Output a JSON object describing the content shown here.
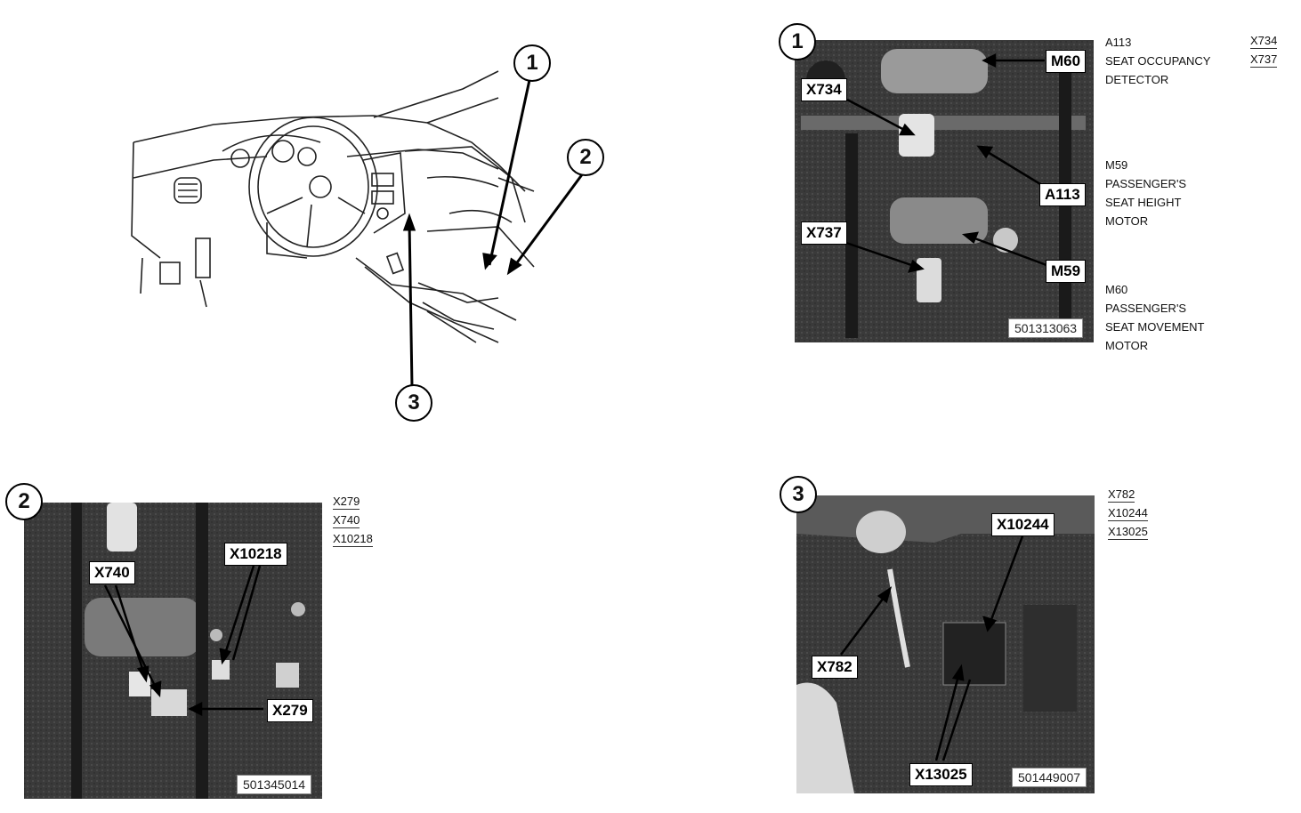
{
  "overview": {
    "badges": [
      "1",
      "2",
      "3"
    ]
  },
  "panel1": {
    "badge": "1",
    "photo_code": "501313063",
    "callouts": {
      "m60": "M60",
      "x734": "X734",
      "a113": "A113",
      "x737": "X737",
      "m59": "M59"
    },
    "legend": [
      {
        "code": "A113",
        "lines": [
          "SEAT OCCUPANCY",
          "DETECTOR"
        ]
      },
      {
        "code": "M59",
        "lines": [
          "PASSENGER'S",
          "SEAT HEIGHT",
          "MOTOR"
        ]
      },
      {
        "code": "M60",
        "lines": [
          "PASSENGER'S",
          "SEAT MOVEMENT",
          "MOTOR"
        ]
      }
    ],
    "connectors": [
      "X734",
      "X737"
    ]
  },
  "panel2": {
    "badge": "2",
    "photo_code": "501345014",
    "callouts": {
      "x740": "X740",
      "x10218": "X10218",
      "x279": "X279"
    },
    "connectors": [
      "X279",
      "X740",
      "X10218"
    ]
  },
  "panel3": {
    "badge": "3",
    "photo_code": "501449007",
    "callouts": {
      "x10244": "X10244",
      "x782": "X782",
      "x13025": "X13025"
    },
    "connectors": [
      "X782",
      "X10244",
      "X13025"
    ]
  }
}
